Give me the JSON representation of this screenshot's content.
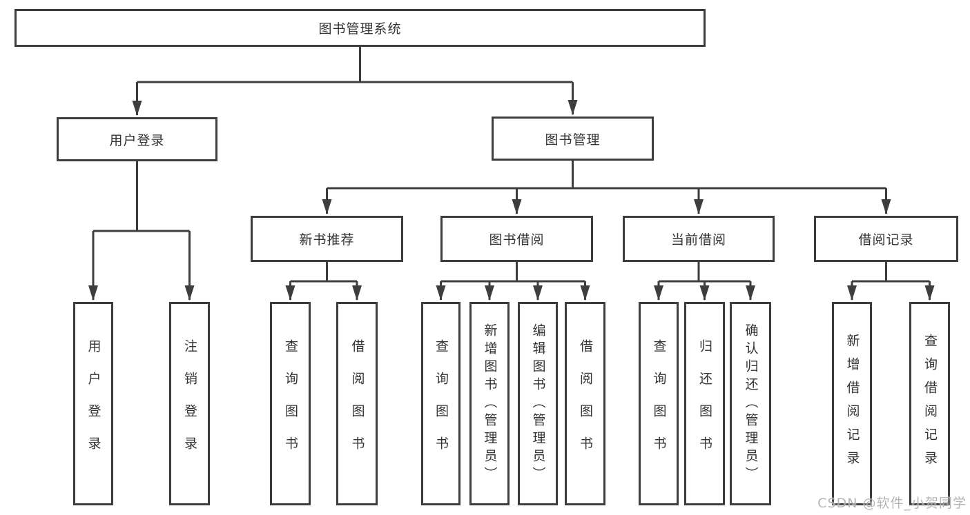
{
  "diagram": {
    "title": "图书管理系统",
    "nodes": {
      "root": "图书管理系统",
      "user_login": "用户登录",
      "book_management": "图书管理",
      "new_book_recommend": "新书推荐",
      "book_borrowing": "图书借阅",
      "current_borrowing": "当前借阅",
      "borrowing_records": "借阅记录",
      "leaf_user_login": "用户登录",
      "leaf_logout": "注销登录",
      "leaf_query_books_rec": "查询图书",
      "leaf_borrow_books_rec": "借阅图书",
      "leaf_query_books_borrow": "查询图书",
      "leaf_add_books_admin": "新增图书（管理员）",
      "leaf_edit_books_admin": "编辑图书（管理员）",
      "leaf_borrow_books_borrow": "借阅图书",
      "leaf_query_books_current": "查询图书",
      "leaf_return_books": "归还图书",
      "leaf_confirm_return_admin": "确认归还（管理员）",
      "leaf_add_borrow_record": "新增借阅记录",
      "leaf_query_borrow_record": "查询借阅记录"
    },
    "colors": {
      "line": "#3d3d3d",
      "box_border": "#3d3d3d",
      "text": "#333333",
      "background": "#ffffff",
      "watermark_text": "#aeaeae"
    }
  },
  "watermark": "CSDN @软件_小贺同学"
}
